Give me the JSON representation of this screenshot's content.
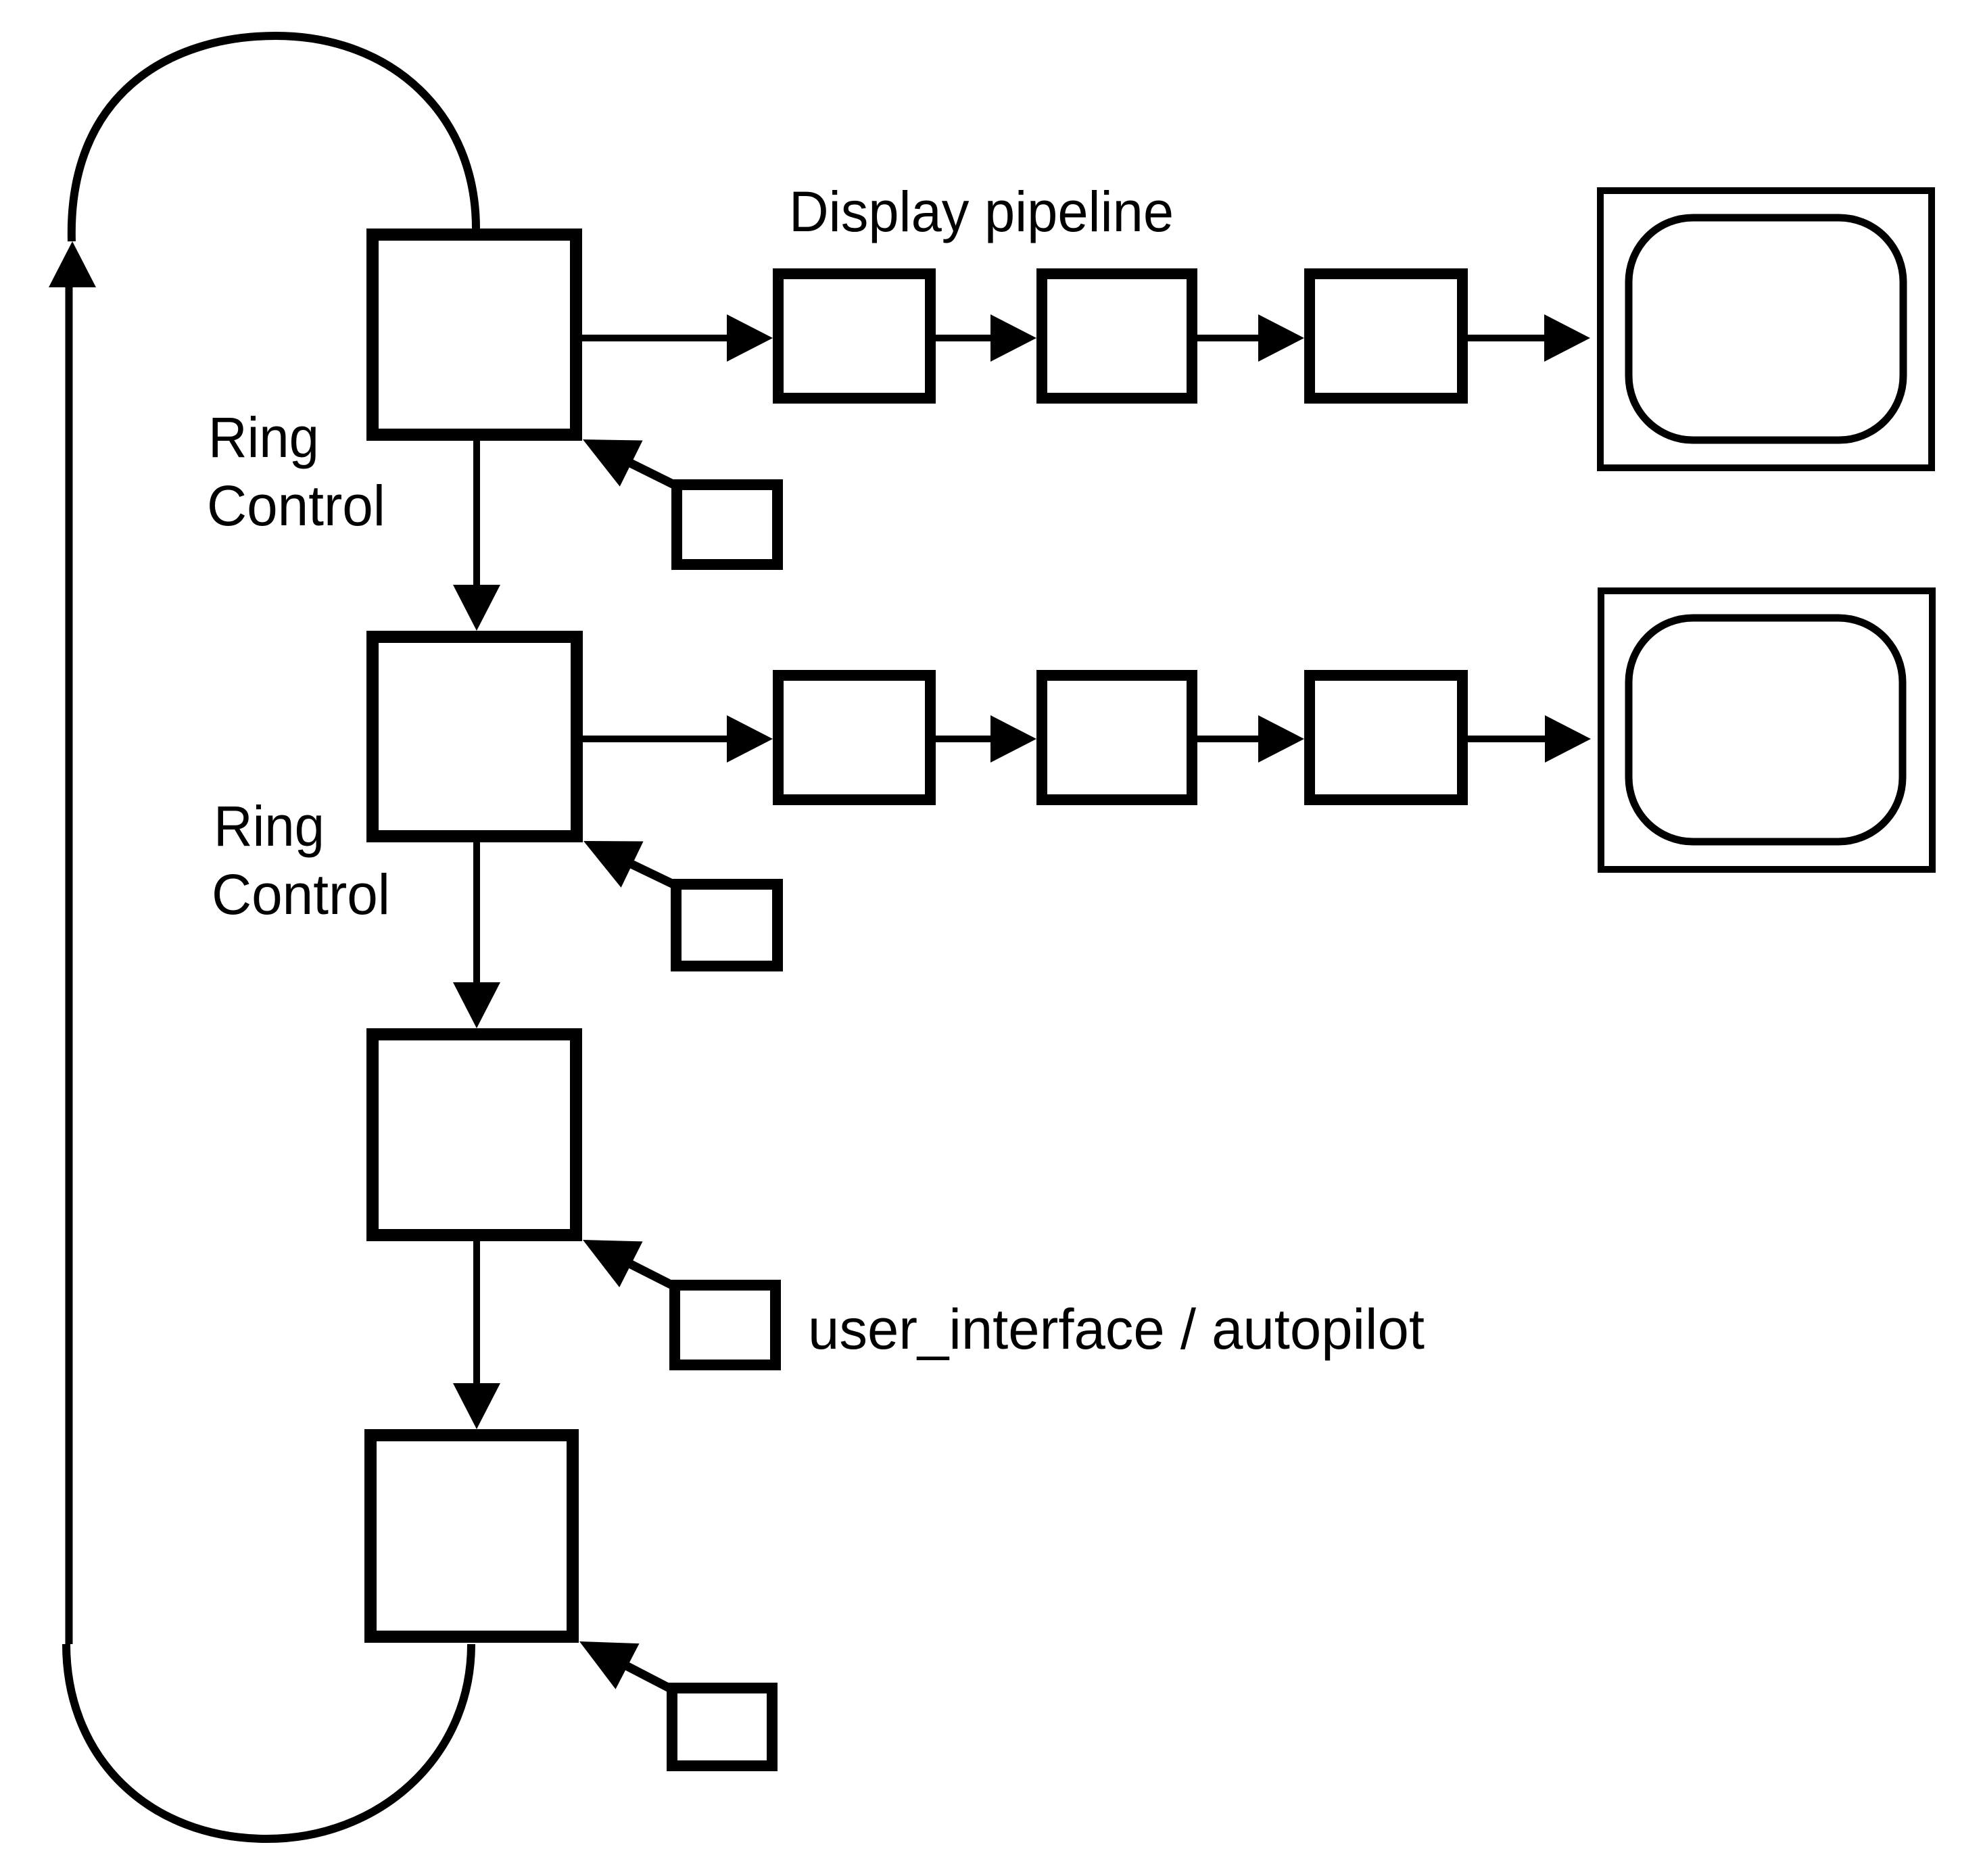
{
  "diagram": {
    "title": "Display pipeline",
    "ink_color": "#000000",
    "background_color": "#ffffff",
    "ring_control_labels": [
      {
        "line1": "Ring",
        "line2": "Control"
      },
      {
        "line1": "Ring",
        "line2": "Control"
      }
    ],
    "input_label": "user_interface / autopilot",
    "ring_nodes": [
      {
        "id": "ring-node-1",
        "has_display_pipeline": true
      },
      {
        "id": "ring-node-2",
        "has_display_pipeline": true
      },
      {
        "id": "ring-node-3",
        "has_display_pipeline": false
      },
      {
        "id": "ring-node-4",
        "has_display_pipeline": false
      }
    ],
    "input_boxes": [
      {
        "id": "input-box-1",
        "labeled": false
      },
      {
        "id": "input-box-2",
        "labeled": false
      },
      {
        "id": "input-box-3",
        "labeled": true
      },
      {
        "id": "input-box-4",
        "labeled": false
      }
    ],
    "pipelines": [
      {
        "stages": 3,
        "output": "display-monitor-1"
      },
      {
        "stages": 3,
        "output": "display-monitor-2"
      }
    ],
    "ring_loop": {
      "direction": "clockwise-return",
      "description": "last node loops back to first node"
    }
  }
}
